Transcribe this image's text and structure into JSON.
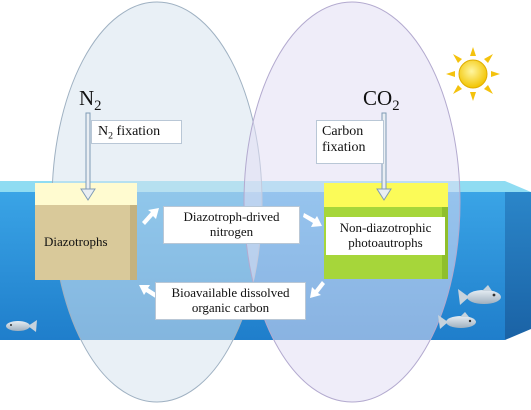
{
  "labels": {
    "n2": {
      "main": "N",
      "sub": "2"
    },
    "co2": {
      "main": "CO",
      "sub": "2"
    },
    "n2_fixation": {
      "main": "N",
      "sub": "2",
      "rest": " fixation"
    },
    "carbon_fixation": [
      "Carbon",
      "fixation"
    ],
    "diazotrophs": "Diazotrophs",
    "diazotroph_nitrogen": [
      "Diazotroph-drived",
      "nitrogen"
    ],
    "non_diazotrophic": [
      "Non-diazotrophic",
      "photoautrophs"
    ],
    "bioavailable_carbon": [
      "Bioavailable dissolved",
      "organic carbon"
    ]
  },
  "colors": {
    "ocean": "#2a8fd9",
    "ocean_surface": "#8fdcf2",
    "diazotroph_box": "#d9c99a",
    "diazotroph_top": "#fffbd0",
    "photoautotroph_box": "#a6d63a",
    "photoautotroph_top": "#fbfb58",
    "sun": "#f5d21a",
    "arrow": "#ffffff"
  },
  "icons": [
    "sun-icon",
    "fish-icon"
  ]
}
